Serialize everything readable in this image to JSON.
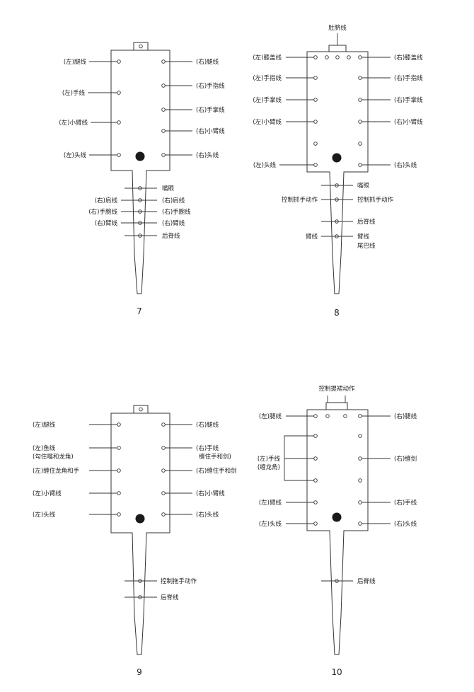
{
  "boards": [
    {
      "number": "7",
      "labels": [
        {
          "id": "b7-l-leg",
          "text": "(左)腿线"
        },
        {
          "id": "b7-l-hand",
          "text": "(左)手线"
        },
        {
          "id": "b7-l-forearm",
          "text": "(左)小臂线"
        },
        {
          "id": "b7-l-head",
          "text": "(左)头线"
        },
        {
          "id": "b7-r-leg",
          "text": "(右)腿线"
        },
        {
          "id": "b7-r-finger",
          "text": "(右)手指线"
        },
        {
          "id": "b7-r-palm",
          "text": "(右)手掌线"
        },
        {
          "id": "b7-r-forearm",
          "text": "(右)小臂线"
        },
        {
          "id": "b7-r-head",
          "text": "(右)头线"
        },
        {
          "id": "b7-mouth-eye",
          "text": "嘴眼"
        },
        {
          "id": "b7-r-shoulder-l",
          "text": "(右)肩线"
        },
        {
          "id": "b7-r-shoulder-r",
          "text": "(右)肩线"
        },
        {
          "id": "b7-r-wrist-l",
          "text": "(右)手腕线"
        },
        {
          "id": "b7-r-wrist-r",
          "text": "(右)手腕线"
        },
        {
          "id": "b7-r-arm-l",
          "text": "(右)臂线"
        },
        {
          "id": "b7-r-arm-r",
          "text": "(右)臂线"
        },
        {
          "id": "b7-back",
          "text": "后脊线"
        }
      ]
    },
    {
      "number": "8",
      "labels": [
        {
          "id": "b8-belly",
          "text": "肚脐线"
        },
        {
          "id": "b8-l-knee",
          "text": "(左)膝盖线"
        },
        {
          "id": "b8-l-finger",
          "text": "(左)手指线"
        },
        {
          "id": "b8-l-palm",
          "text": "(左)手掌线"
        },
        {
          "id": "b8-l-forearm",
          "text": "(左)小臂线"
        },
        {
          "id": "b8-l-head",
          "text": "(左)头线"
        },
        {
          "id": "b8-r-knee",
          "text": "(右)膝盖线"
        },
        {
          "id": "b8-r-finger",
          "text": "(右)手指线"
        },
        {
          "id": "b8-r-palm",
          "text": "(右)手掌线"
        },
        {
          "id": "b8-r-forearm",
          "text": "(右)小臂线"
        },
        {
          "id": "b8-r-head",
          "text": "(右)头线"
        },
        {
          "id": "b8-mouth-eye",
          "text": "嘴眼"
        },
        {
          "id": "b8-grab-l",
          "text": "控制抓手动作"
        },
        {
          "id": "b8-grab-r",
          "text": "控制抓手动作"
        },
        {
          "id": "b8-back",
          "text": "后脊线"
        },
        {
          "id": "b8-arm-l",
          "text": "臂线"
        },
        {
          "id": "b8-arm-r",
          "text": "臂线"
        },
        {
          "id": "b8-tail",
          "text": "尾巴线"
        }
      ]
    },
    {
      "number": "9",
      "labels": [
        {
          "id": "b9-l-leg",
          "text": "(左)腿线"
        },
        {
          "id": "b9-l-fish",
          "text": "(左)鱼线"
        },
        {
          "id": "b9-l-fish-sub",
          "text": "(勾住嘴和龙角)"
        },
        {
          "id": "b9-l-wrap",
          "text": "(左)缠住龙角和手"
        },
        {
          "id": "b9-l-forearm",
          "text": "(左)小臂线"
        },
        {
          "id": "b9-l-head",
          "text": "(左)头线"
        },
        {
          "id": "b9-r-leg",
          "text": "(右)腿线"
        },
        {
          "id": "b9-r-hand",
          "text": "(右)手线"
        },
        {
          "id": "b9-r-hand-sub",
          "text": "缠住手和剑)"
        },
        {
          "id": "b9-r-wrap",
          "text": "(右)缠住手和剑"
        },
        {
          "id": "b9-r-forearm",
          "text": "(右)小臂线"
        },
        {
          "id": "b9-r-head",
          "text": "(右)头线"
        },
        {
          "id": "b9-drag",
          "text": "控制拖手动作"
        },
        {
          "id": "b9-back",
          "text": "后脊线"
        }
      ]
    },
    {
      "number": "10",
      "labels": [
        {
          "id": "b10-skirt",
          "text": "控制提裙动作"
        },
        {
          "id": "b10-l-leg",
          "text": "(左)腿线"
        },
        {
          "id": "b10-l-hand",
          "text": "(左)手线"
        },
        {
          "id": "b10-l-hand-sub",
          "text": "(缠龙角)"
        },
        {
          "id": "b10-l-arm",
          "text": "(左)臂线"
        },
        {
          "id": "b10-l-head",
          "text": "(左)头线"
        },
        {
          "id": "b10-r-leg",
          "text": "(右)腿线"
        },
        {
          "id": "b10-r-sword",
          "text": "(右)缠剑"
        },
        {
          "id": "b10-r-hand",
          "text": "(右)手线"
        },
        {
          "id": "b10-r-head",
          "text": "(右)头线"
        },
        {
          "id": "b10-back",
          "text": "后脊线"
        }
      ]
    }
  ]
}
